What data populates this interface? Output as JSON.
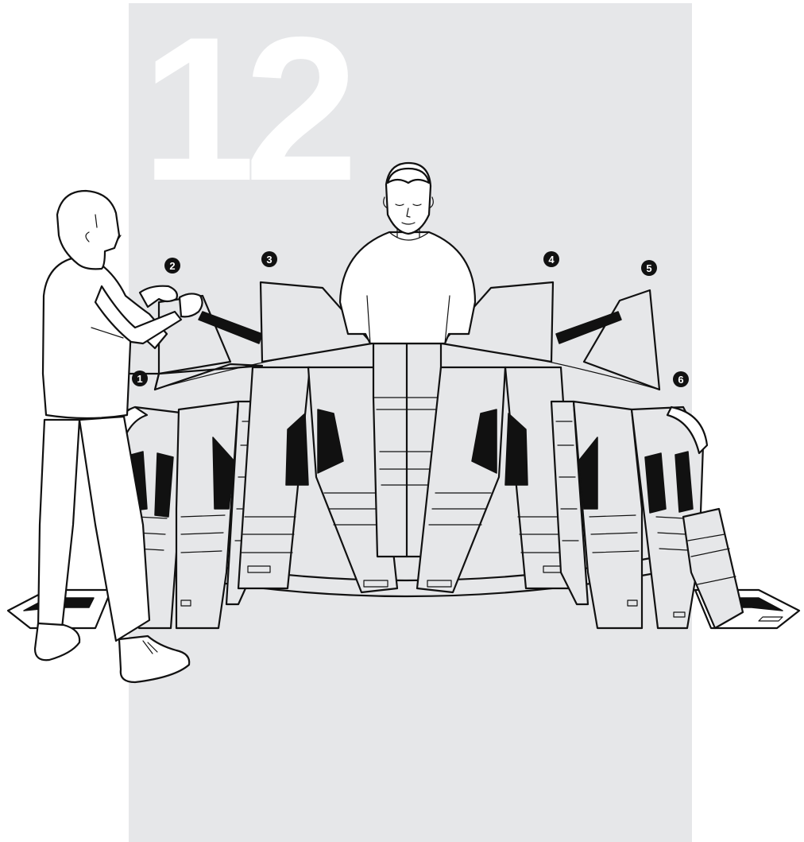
{
  "step_number": "12",
  "callouts": [
    "1",
    "2",
    "3",
    "4",
    "5",
    "6"
  ],
  "colors": {
    "panel_background": "#e6e7e9",
    "step_number": "#ffffff",
    "ink": "#111111",
    "page": "#ffffff"
  }
}
